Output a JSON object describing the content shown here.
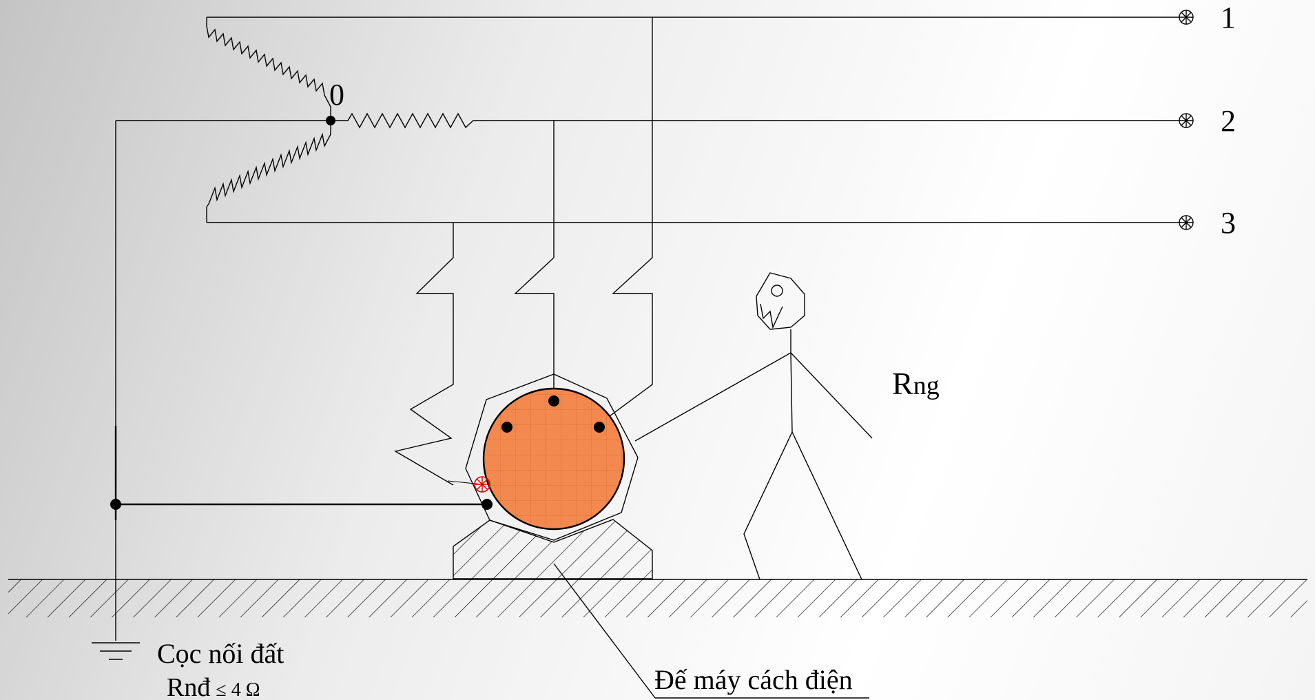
{
  "neutral_label": "0",
  "phases": [
    {
      "label": "1"
    },
    {
      "label": "2"
    },
    {
      "label": "3"
    }
  ],
  "person_resistance": {
    "main": "R",
    "sub": "ng"
  },
  "ground_rod": {
    "line1": "Cọc nối đất",
    "line2_main": "Rnđ",
    "line2_rel": "≤ 4 Ω"
  },
  "base_label": "Đế máy cách điện",
  "colors": {
    "motor_fill": "#f3894f",
    "motor_grid": "#d86a2c",
    "fault_mark": "#e00000"
  }
}
